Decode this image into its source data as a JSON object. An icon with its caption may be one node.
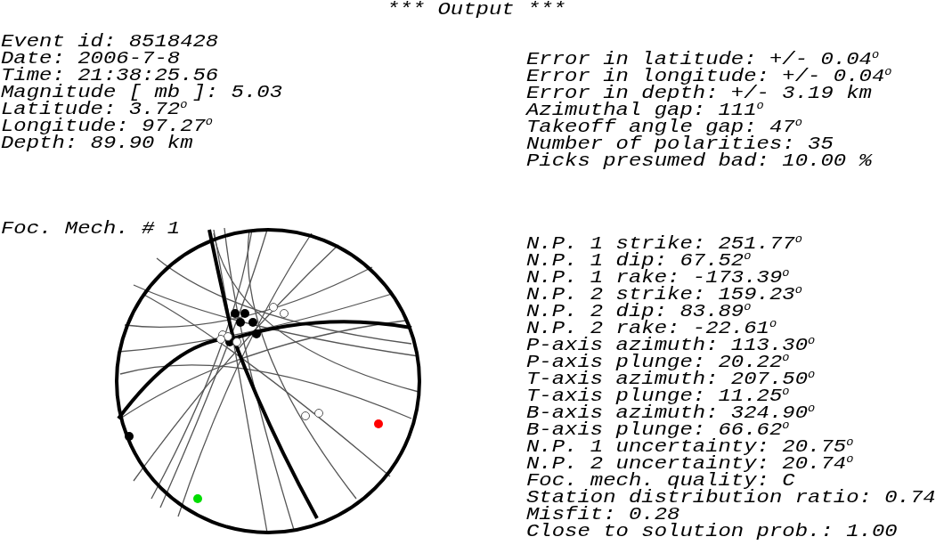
{
  "diagram": {
    "title": "*** Output ***",
    "labels": [
      "Event id: 8518428",
      "Date: 2006-7-8",
      "Time: 21:38:25.56",
      "Magnitude [ mb ]: 5.03",
      "Latitude: 3.72$^{o}$",
      "Longitude: 97.27$^{o}$",
      "Depth: 89.90 km",
      "Error in latitude: +/- 0.04$^{o}$",
      "Error in longitude: +/- 0.04$^{o}$",
      "Error in depth: +/- 3.19 km",
      "Azimuthal gap: 111$^{o}$",
      "Takeoff angle gap: 47$^{o}$",
      "Number of polarities: 35",
      "Picks presumed bad: 10.00 %",
      "Foc. Mech. # 1",
      "N.P. 1 strike: 251.77$^{o}$",
      "N.P. 1 dip: 67.52$^{o}$",
      "N.P. 1 rake: -173.39$^{o}$",
      "N.P. 2 strike: 159.23$^{o}$",
      "N.P. 2 dip: 83.89$^{o}$",
      "N.P. 2 rake: -22.61$^{o}$",
      "P-axis azimuth: 113.30$^{o}$",
      "P-axis plunge: 20.22$^{o}$",
      "T-axis azimuth: 207.50$^{o}$",
      "T-axis plunge: 11.25$^{o}$",
      "B-axis azimuth: 324.90$^{o}$",
      "B-axis plunge: 66.62$^{o}$",
      "N.P. 1 uncertainty: 20.75$^{o}$",
      "N.P. 2 uncertainty: 20.74$^{o}$",
      "Foc. mech. quality: C",
      "Station distribution ratio: 0.74",
      "Misfit: 0.28",
      "Close to solution prob.: 1.00"
    ]
  }
}
